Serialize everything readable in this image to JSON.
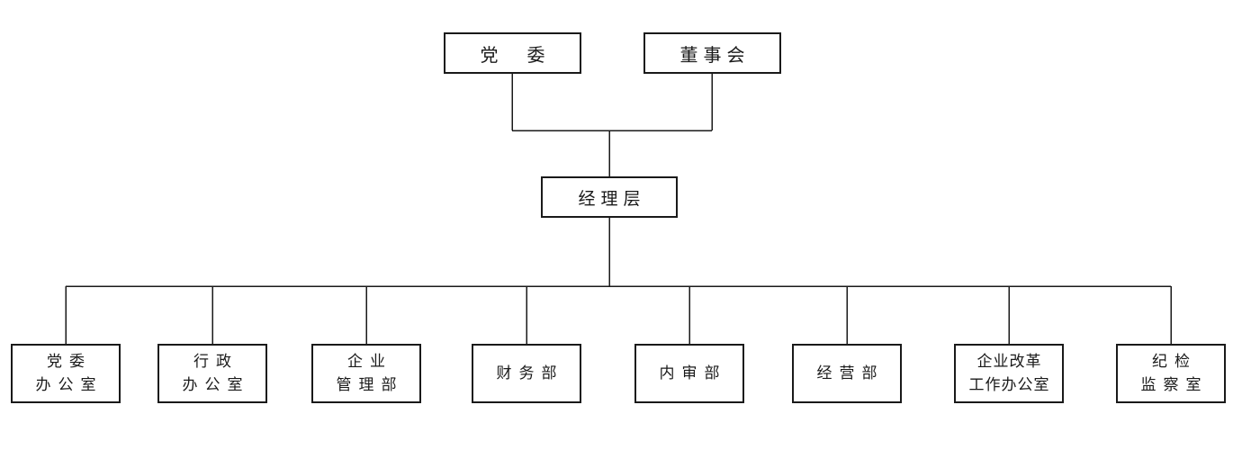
{
  "org_chart": {
    "top_nodes": [
      {
        "label": "党　委"
      },
      {
        "label": "董事会"
      }
    ],
    "middle_node": {
      "label": "经理层"
    },
    "departments": [
      {
        "lines": [
          "党委",
          "办公室"
        ]
      },
      {
        "lines": [
          "行政",
          "办公室"
        ]
      },
      {
        "lines": [
          "企业",
          "管理部"
        ]
      },
      {
        "lines": [
          "财务部"
        ]
      },
      {
        "lines": [
          "内审部"
        ]
      },
      {
        "lines": [
          "经营部"
        ]
      },
      {
        "lines": [
          "企业改革",
          "工作办公室"
        ]
      },
      {
        "lines": [
          "纪检",
          "监察室"
        ]
      }
    ],
    "colors": {
      "background": "#ffffff",
      "line": "#1a1a1a",
      "border": "#1a1a1a",
      "text": "#1a1a1a"
    }
  }
}
